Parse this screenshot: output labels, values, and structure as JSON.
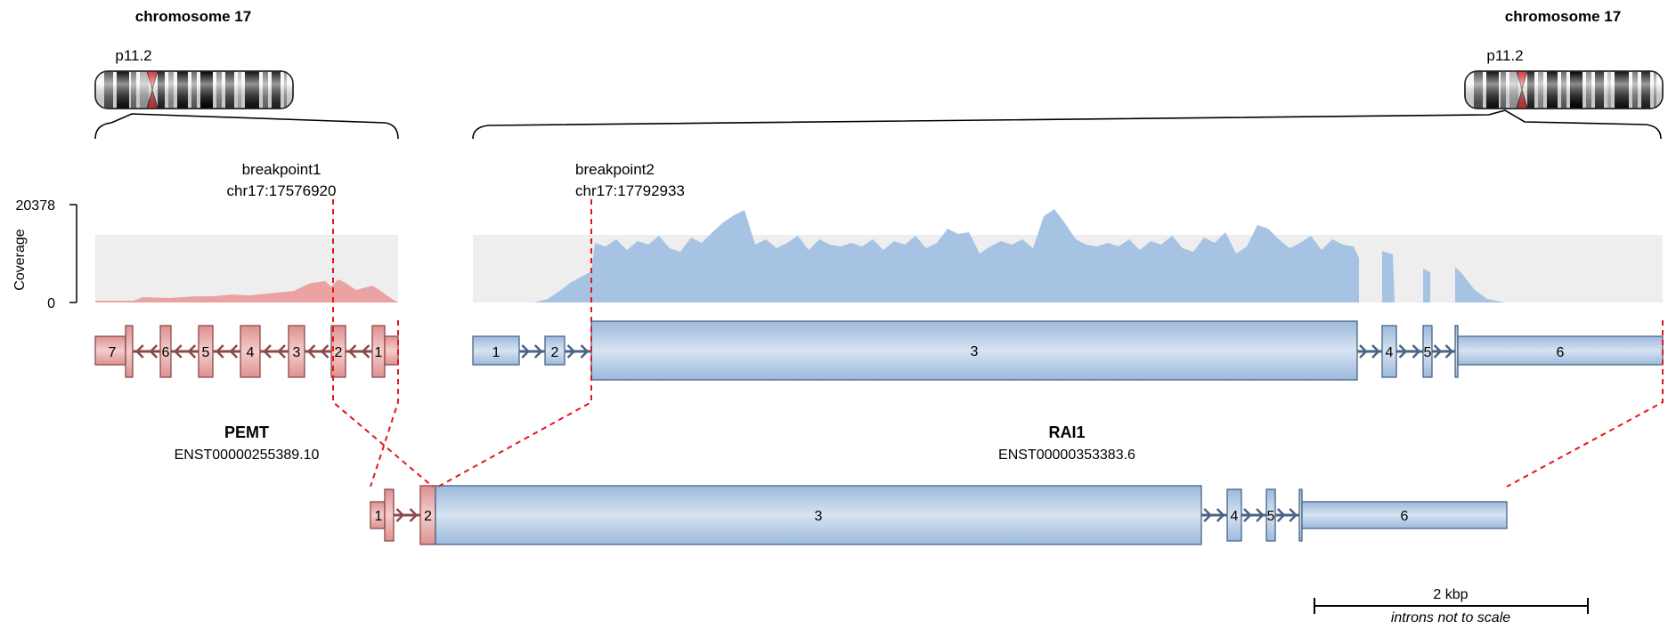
{
  "chromosome": {
    "left_title": "chromosome 17",
    "right_title": "chromosome 17",
    "left_band": "p11.2",
    "right_band": "p11.2"
  },
  "breakpoints": {
    "bp1_label": "breakpoint1",
    "bp1_position": "chr17:17576920",
    "bp2_label": "breakpoint2",
    "bp2_position": "chr17:17792933"
  },
  "coverage": {
    "axis_label": "Coverage",
    "max_tick": "20378",
    "min_tick": "0"
  },
  "genes": {
    "gene1_name": "PEMT",
    "gene1_transcript": "ENST00000255389.10",
    "gene1_color": "#e7a3a3",
    "gene1_stroke": "#8b4a4a",
    "gene1_exons": [
      "7",
      "6",
      "5",
      "4",
      "3",
      "2",
      "1"
    ],
    "gene2_name": "RAI1",
    "gene2_transcript": "ENST00000353383.6",
    "gene2_color": "#b3cbe6",
    "gene2_stroke": "#4a6485",
    "gene2_exons": [
      "1",
      "2",
      "3",
      "4",
      "5",
      "6"
    ]
  },
  "fusion": {
    "exons": [
      "1",
      "2",
      "3",
      "4",
      "5",
      "6"
    ]
  },
  "scale": {
    "label": "2 kbp",
    "note": "introns not to scale"
  },
  "colors": {
    "breakpoint_line": "#e8141c",
    "coverage_bg": "#eeeeee",
    "coverage_gene1": "#eba2a2",
    "coverage_gene2": "#a7c3e4",
    "centromere": "#d63638"
  }
}
